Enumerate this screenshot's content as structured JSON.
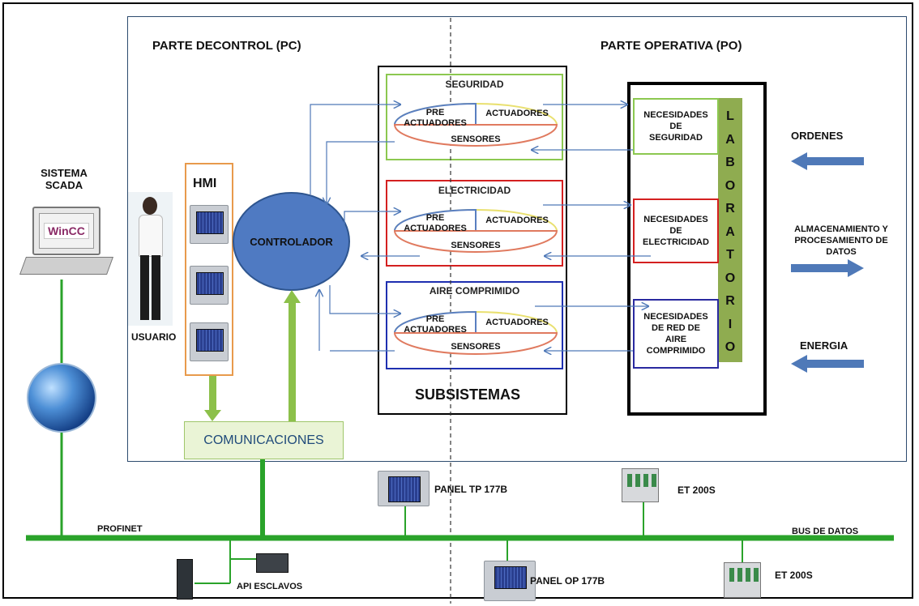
{
  "labels": {
    "parte_control": "PARTE DECONTROL (PC)",
    "parte_operativa": "PARTE OPERATIVA (PO)",
    "sistema_scada": "SISTEMA\nSCADA",
    "wincc": "WinCC",
    "hmi": "HMI",
    "usuario": "USUARIO",
    "controlador": "CONTROLADOR",
    "comunicaciones": "COMUNICACIONES",
    "subsistemas": "SUBSISTEMAS",
    "profinet": "PROFINET",
    "bus_de_datos": "BUS DE DATOS",
    "panel_tp": "PANEL TP 177B",
    "panel_op": "PANEL OP 177B",
    "et200s_top": "ET 200S",
    "et200s_bottom": "ET 200S",
    "api_esclavos": "API ESCLAVOS",
    "ordenes": "ORDENES",
    "almacenamiento": "ALMACENAMIENTO Y\nPROCESAMIENTO DE\nDATOS",
    "energia": "ENERGIA"
  },
  "subsystems": [
    {
      "title": "SEGURIDAD",
      "pre": "PRE\nACTUADORES",
      "actuadores": "ACTUADORES",
      "sensores": "SENSORES",
      "color": "#8cc850",
      "need": "NECESIDADES\nDE\nSEGURIDAD"
    },
    {
      "title": "ELECTRICIDAD",
      "pre": "PRE\nACTUADORES",
      "actuadores": "ACTUADORES",
      "sensores": "SENSORES",
      "color": "#d42020",
      "need": "NECESIDADES\nDE\nELECTRICIDAD"
    },
    {
      "title": "AIRE COMPRIMIDO",
      "pre": "PRE\nACTUADORES",
      "actuadores": "ACTUADORES",
      "sensores": "SENSORES",
      "color": "#1e2fb0",
      "need": "NECESIDADES\nDE RED DE\nAIRE\nCOMPRIMIDO"
    }
  ],
  "laboratorio_letters": [
    "L",
    "A",
    "B",
    "O",
    "R",
    "A",
    "T",
    "O",
    "R",
    "I",
    "O"
  ],
  "colors": {
    "bus": "#2aa32a",
    "arrow_blue": "#4f79b8",
    "flow_green": "#8cc04a",
    "controller": "#4f7ac2",
    "lab_bar": "#8fac50"
  }
}
